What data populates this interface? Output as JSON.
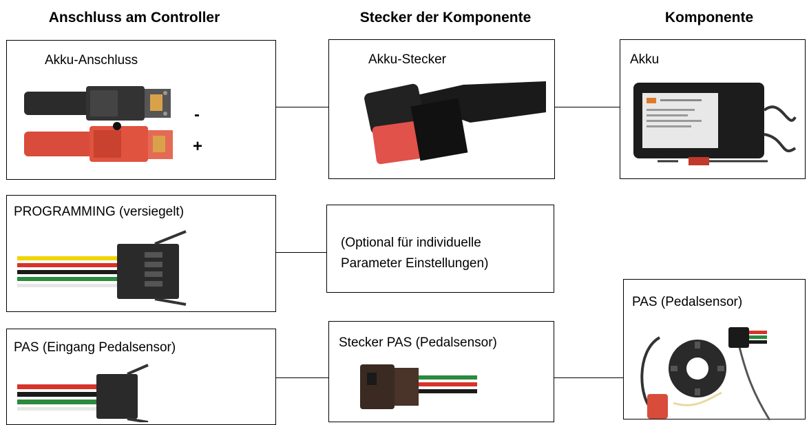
{
  "headers": {
    "controller": "Anschluss am Controller",
    "connector": "Stecker der Komponente",
    "component": "Komponente"
  },
  "rows": {
    "battery": {
      "controller_label": "Akku-Anschluss",
      "minus": "-",
      "plus": "+",
      "connector_label": "Akku-Stecker",
      "component_label": "Akku"
    },
    "programming": {
      "controller_label": "PROGRAMMING (versiegelt)",
      "note_line1": "(Optional für individuelle",
      "note_line2": "Parameter Einstellungen)"
    },
    "pas": {
      "controller_label": "PAS (Eingang Pedalsensor)",
      "connector_label": "Stecker PAS (Pedalsensor)",
      "component_label": "PAS (Pedalsensor)"
    }
  }
}
